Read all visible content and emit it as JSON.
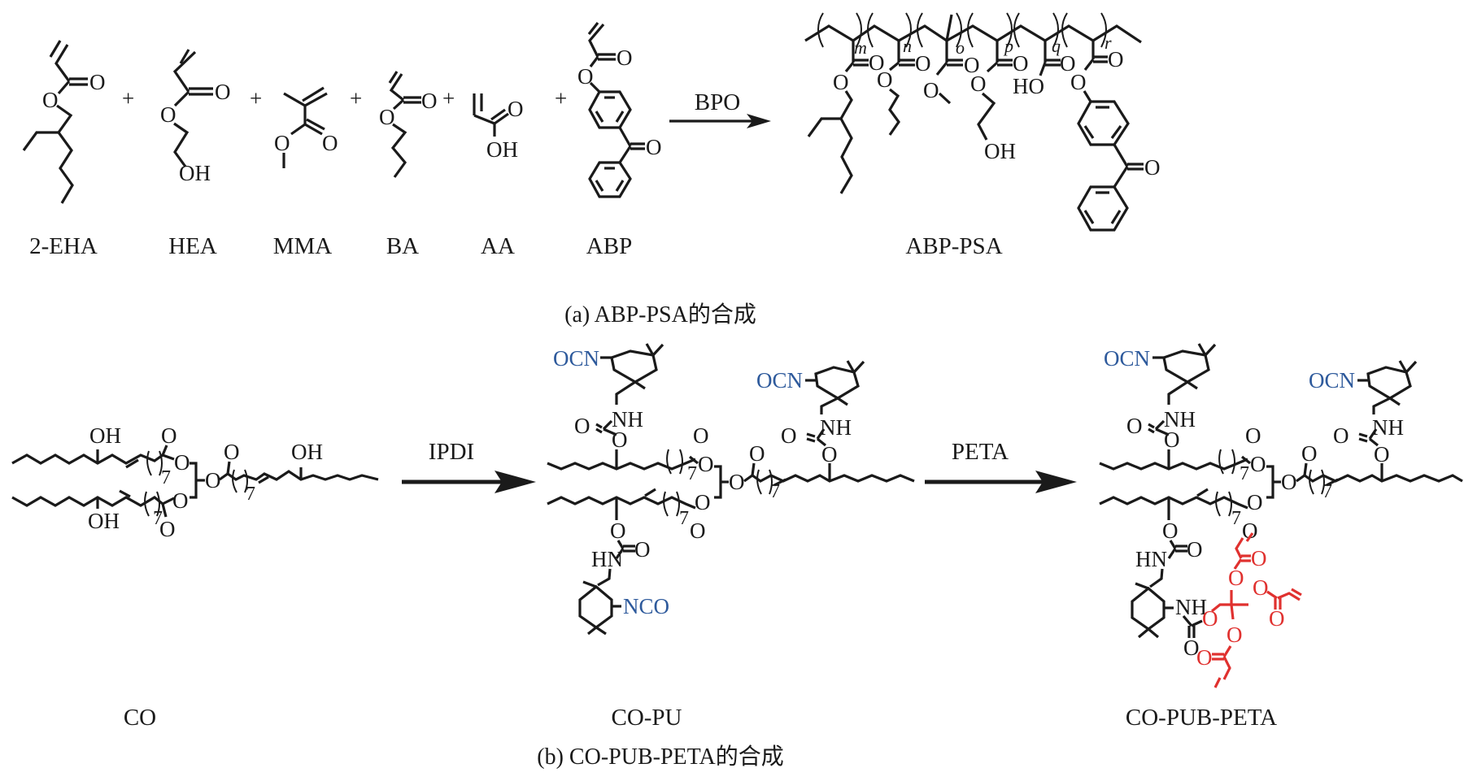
{
  "figure": {
    "panel_a": {
      "caption": "(a) ABP-PSA的合成",
      "reagent": "BPO",
      "plus": "+",
      "monomers": [
        {
          "label": "2-EHA"
        },
        {
          "label": "HEA"
        },
        {
          "label": "MMA"
        },
        {
          "label": "BA"
        },
        {
          "label": "AA"
        },
        {
          "label": "ABP"
        }
      ],
      "product": {
        "label": "ABP-PSA",
        "subscripts": [
          "m",
          "n",
          "o",
          "p",
          "q",
          "r"
        ]
      },
      "atoms": {
        "O": "O",
        "OH": "OH",
        "HO": "HO"
      }
    },
    "panel_b": {
      "caption": "(b) CO-PUB-PETA的合成",
      "step1_reagent": "IPDI",
      "step2_reagent": "PETA",
      "compounds": [
        {
          "label": "CO"
        },
        {
          "label": "CO-PU"
        },
        {
          "label": "CO-PUB-PETA"
        }
      ],
      "repeat_count": "7",
      "atoms": {
        "O": "O",
        "OH": "OH",
        "NH": "NH",
        "HN": "HN",
        "OCN": "OCN",
        "NCO": "NCO"
      }
    },
    "colors": {
      "bond": "#1a1a1a",
      "isocyanate": "#2e5a9c",
      "peta": "#e0312f",
      "background": "#ffffff"
    }
  }
}
